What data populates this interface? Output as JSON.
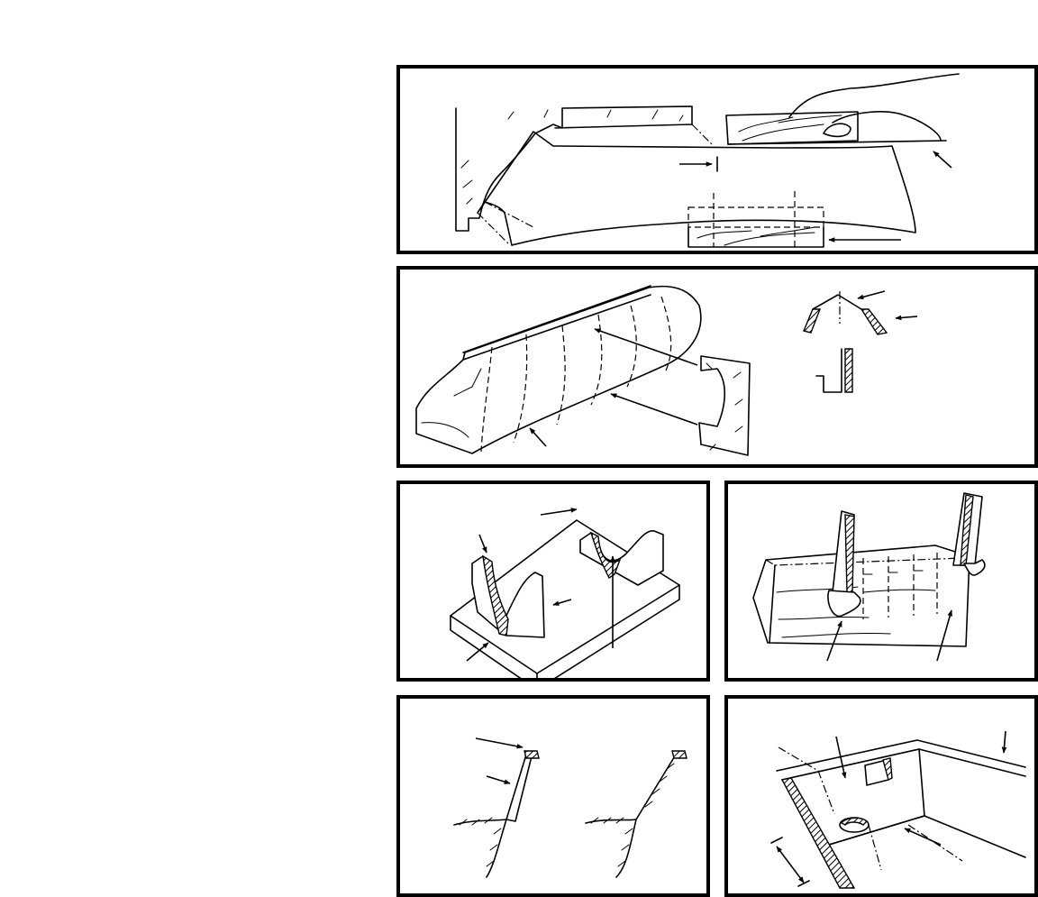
{
  "figure": {
    "panel_count": 6,
    "panels": [
      {
        "id": "p1",
        "depicts": "template-over-sheer-line"
      },
      {
        "id": "p2",
        "depicts": "hull-mold-with-station-templates"
      },
      {
        "id": "p3",
        "depicts": "cradle-stands-on-baseboard"
      },
      {
        "id": "p4",
        "depicts": "carving-hull-with-gouge"
      },
      {
        "id": "p5",
        "depicts": "gunwale-cross-sections"
      },
      {
        "id": "p6",
        "depicts": "interior-bulkhead-detail"
      }
    ],
    "colors": {
      "ink": "#000000",
      "paper": "#ffffff"
    }
  }
}
